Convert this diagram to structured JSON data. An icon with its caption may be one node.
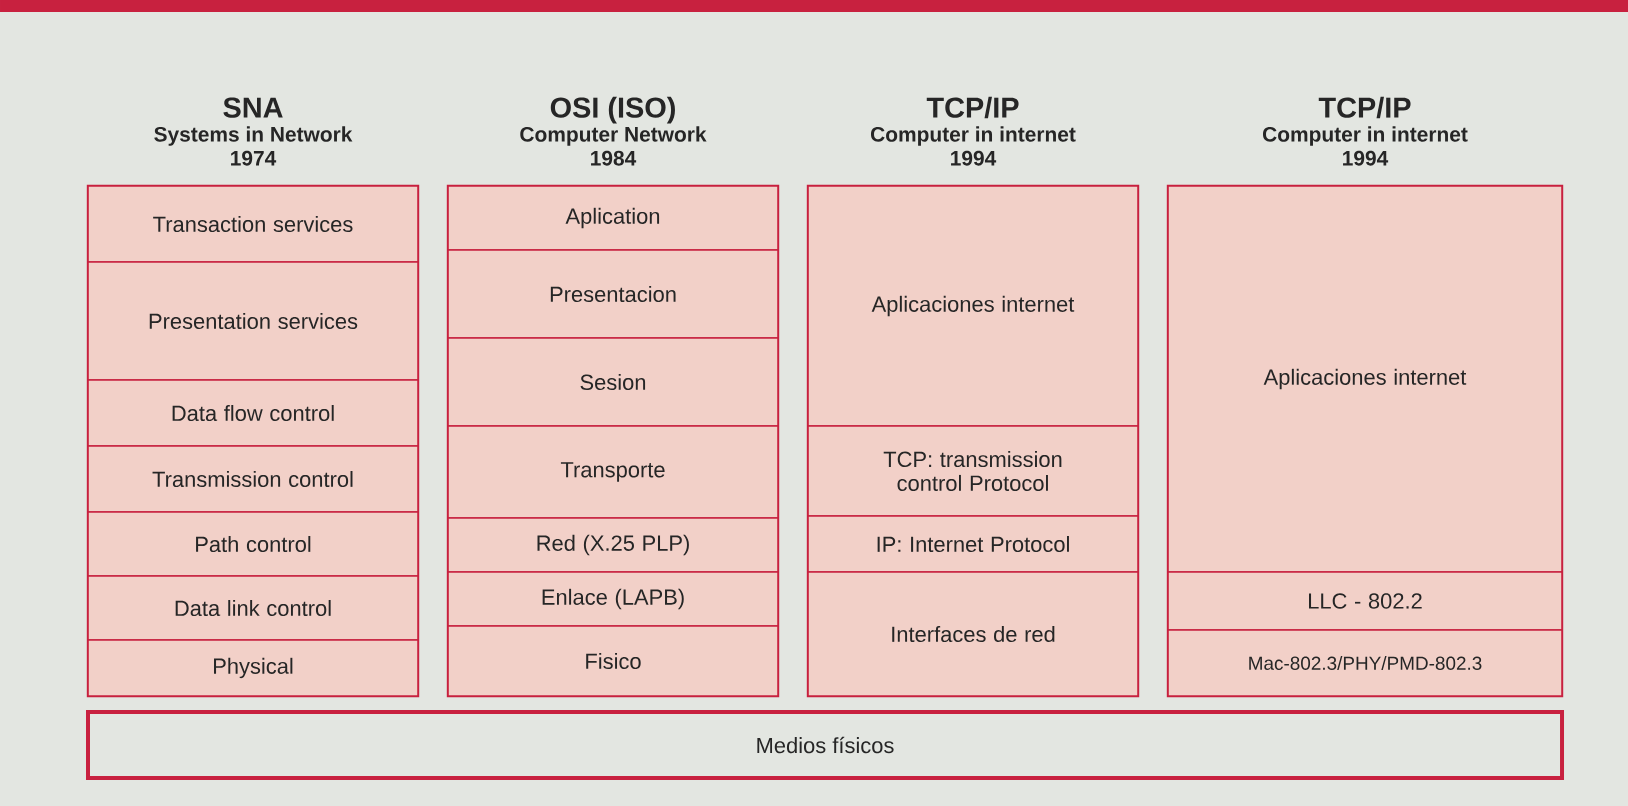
{
  "diagram": {
    "nodes": [
      {
        "text": [
          "SNA",
          "Systems in Network",
          "1974"
        ]
      },
      {
        "text": [
          "Transaction services"
        ],
        "in": 0
      },
      {
        "text": [
          "Presentation services"
        ],
        "in": 0
      },
      {
        "text": [
          "Data flow control"
        ],
        "in": 0
      },
      {
        "text": [
          "Transmission control"
        ],
        "in": 0
      },
      {
        "text": [
          "Path control"
        ],
        "in": 0
      },
      {
        "text": [
          "Data link control"
        ],
        "in": 0
      },
      {
        "text": [
          "Physical"
        ],
        "in": 0
      },
      {
        "text": [
          "OSI (ISO)",
          "Computer Network",
          "1984"
        ]
      },
      {
        "text": [
          "Aplication"
        ],
        "in": 8
      },
      {
        "text": [
          "Presentacion"
        ],
        "in": 8
      },
      {
        "text": [
          "Sesion"
        ],
        "in": 8
      },
      {
        "text": [
          "Transporte"
        ],
        "in": 8
      },
      {
        "text": [
          "Red (X.25 PLP)"
        ],
        "in": 8
      },
      {
        "text": [
          "Enlace (LAPB)"
        ],
        "in": 8
      },
      {
        "text": [
          "Fisico"
        ],
        "in": 8
      },
      {
        "text": [
          "TCP/IP",
          "Computer in internet",
          "1994"
        ]
      },
      {
        "text": [
          "Aplicaciones internet"
        ],
        "in": 16
      },
      {
        "text": [
          "TCP: transmission control Protocol"
        ],
        "in": 16
      },
      {
        "text": [
          "IP: Internet Protocol"
        ],
        "in": 16
      },
      {
        "text": [
          "Interfaces de red"
        ],
        "in": 16
      },
      {
        "text": [
          "TCP/IP",
          "Computer in internet",
          "1994"
        ]
      },
      {
        "text": [
          "Aplicaciones internet"
        ],
        "in": 21
      },
      {
        "text": [
          "LLC - 802.2"
        ],
        "in": 21
      },
      {
        "text": [
          "Mac-802.3/PHY/PMD-802.3"
        ],
        "in": 21
      },
      {
        "text": [
          "Medios físicos"
        ]
      }
    ],
    "edges": []
  }
}
